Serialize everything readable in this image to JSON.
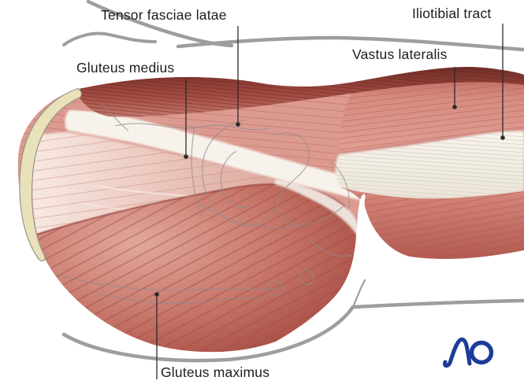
{
  "figure": {
    "type": "anatomical-illustration",
    "subject": "Lateral view of hip and thigh musculature",
    "labels": {
      "tensor": {
        "text": "Tensor fasciae latae"
      },
      "iliotibial": {
        "text": "Iliotibial tract"
      },
      "gmed": {
        "text": "Gluteus medius"
      },
      "vastus": {
        "text": "Vastus lateralis"
      },
      "gmax": {
        "text": "Gluteus maximus"
      }
    },
    "logo": {
      "text": "AO",
      "color": "#1c3c99"
    },
    "palette": {
      "muscle_base": "#dc9a90",
      "muscle_light": "#f3ddd5",
      "muscle_mid": "#c8776b",
      "muscle_dark": "#8e4038",
      "top_edge_dark": "#6f2c26",
      "fascia_white": "#f7f3ec",
      "bone_cream": "#e8e1ba",
      "body_contour_gray": "#9e9e9e",
      "bone_outline_gray": "#8d8d8d",
      "leader_line": "#2b2b2b",
      "label_text": "#1d1d1d"
    }
  }
}
